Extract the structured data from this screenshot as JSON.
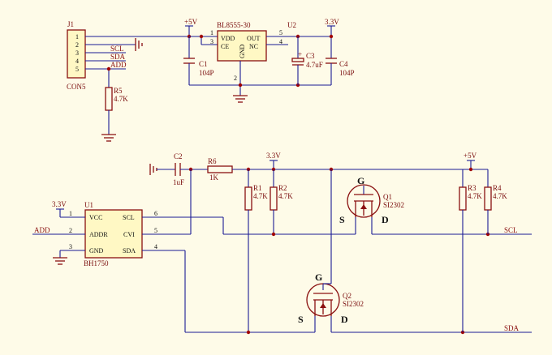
{
  "connector": {
    "ref": "J1",
    "value": "CON5",
    "pins": [
      "1",
      "2",
      "3",
      "4",
      "5"
    ],
    "nets": [
      "SCL",
      "SDA",
      "ADD"
    ]
  },
  "regulator": {
    "ref": "U2",
    "value": "BL8555-30",
    "pins": {
      "vdd": "VDD",
      "ce": "CE",
      "gnd": "GND",
      "out": "OUT",
      "nc": "NC"
    },
    "pin_numbers": {
      "vdd": "1",
      "ce": "3",
      "gnd": "2",
      "out": "5",
      "nc": "4"
    }
  },
  "power": {
    "v5": "+5V",
    "v33": "3.3V"
  },
  "capacitors": {
    "c1": {
      "ref": "C1",
      "value": "104P"
    },
    "c2": {
      "ref": "C2",
      "value": "1uF"
    },
    "c3": {
      "ref": "C3",
      "value": "4.7uF",
      "polarity": "+"
    },
    "c4": {
      "ref": "C4",
      "value": "104P"
    }
  },
  "resistors": {
    "r1": {
      "ref": "R1",
      "value": "4.7K"
    },
    "r2": {
      "ref": "R2",
      "value": "4.7K"
    },
    "r3": {
      "ref": "R3",
      "value": "4.7K"
    },
    "r4": {
      "ref": "R4",
      "value": "4.7K"
    },
    "r5": {
      "ref": "R5",
      "value": "4.7K"
    },
    "r6": {
      "ref": "R6",
      "value": "1K"
    }
  },
  "sensor": {
    "ref": "U1",
    "value": "BH1750",
    "pins": {
      "vcc": "VCC",
      "addr": "ADDR",
      "gnd": "GND",
      "scl": "SCL",
      "cvi": "CVI",
      "sda": "SDA"
    },
    "pin_numbers": {
      "vcc": "1",
      "addr": "2",
      "gnd": "3",
      "scl": "6",
      "cvi": "5",
      "sda": "4"
    }
  },
  "mosfets": {
    "q1": {
      "ref": "Q1",
      "value": "SI2302",
      "g": "G",
      "s": "S",
      "d": "D"
    },
    "q2": {
      "ref": "Q2",
      "value": "SI2302",
      "g": "G",
      "s": "S",
      "d": "D"
    }
  },
  "nets": {
    "add": "ADD",
    "scl_out": "SCL",
    "sda_out": "SDA"
  }
}
